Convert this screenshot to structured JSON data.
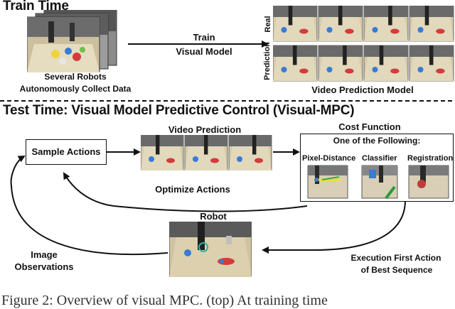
{
  "train": {
    "heading": "Train Time",
    "robots_label_line1": "Several Robots",
    "robots_label_line2": "Autonomously Collect Data",
    "arrow_label_line1": "Train",
    "arrow_label_line2": "Visual Model",
    "row_label_real": "Real",
    "row_label_prediction": "Prediction",
    "model_label": "Video Prediction Model"
  },
  "test": {
    "heading": "Test Time: Visual Model Predictive Control (Visual-MPC)",
    "sample_actions": "Sample Actions",
    "video_prediction": "Video Prediction",
    "cost_function": "Cost Function",
    "one_of_following": "One of the Following:",
    "pixel_distance": "Pixel-Distance",
    "classifier": "Classifier",
    "registration": "Registration",
    "optimize_actions": "Optimize Actions",
    "robot": "Robot",
    "image_obs_line1": "Image",
    "image_obs_line2": "Observations",
    "execution_line1": "Execution First Action",
    "execution_line2": "of Best Sequence"
  },
  "caption": "Figure 2: Overview of visual MPC. (top) At training time",
  "colors": {
    "arrow": "#111111",
    "table": "#d9cba3",
    "wall": "#e9e6df",
    "dark": "#2b2b2b",
    "dashed": "#111111"
  }
}
